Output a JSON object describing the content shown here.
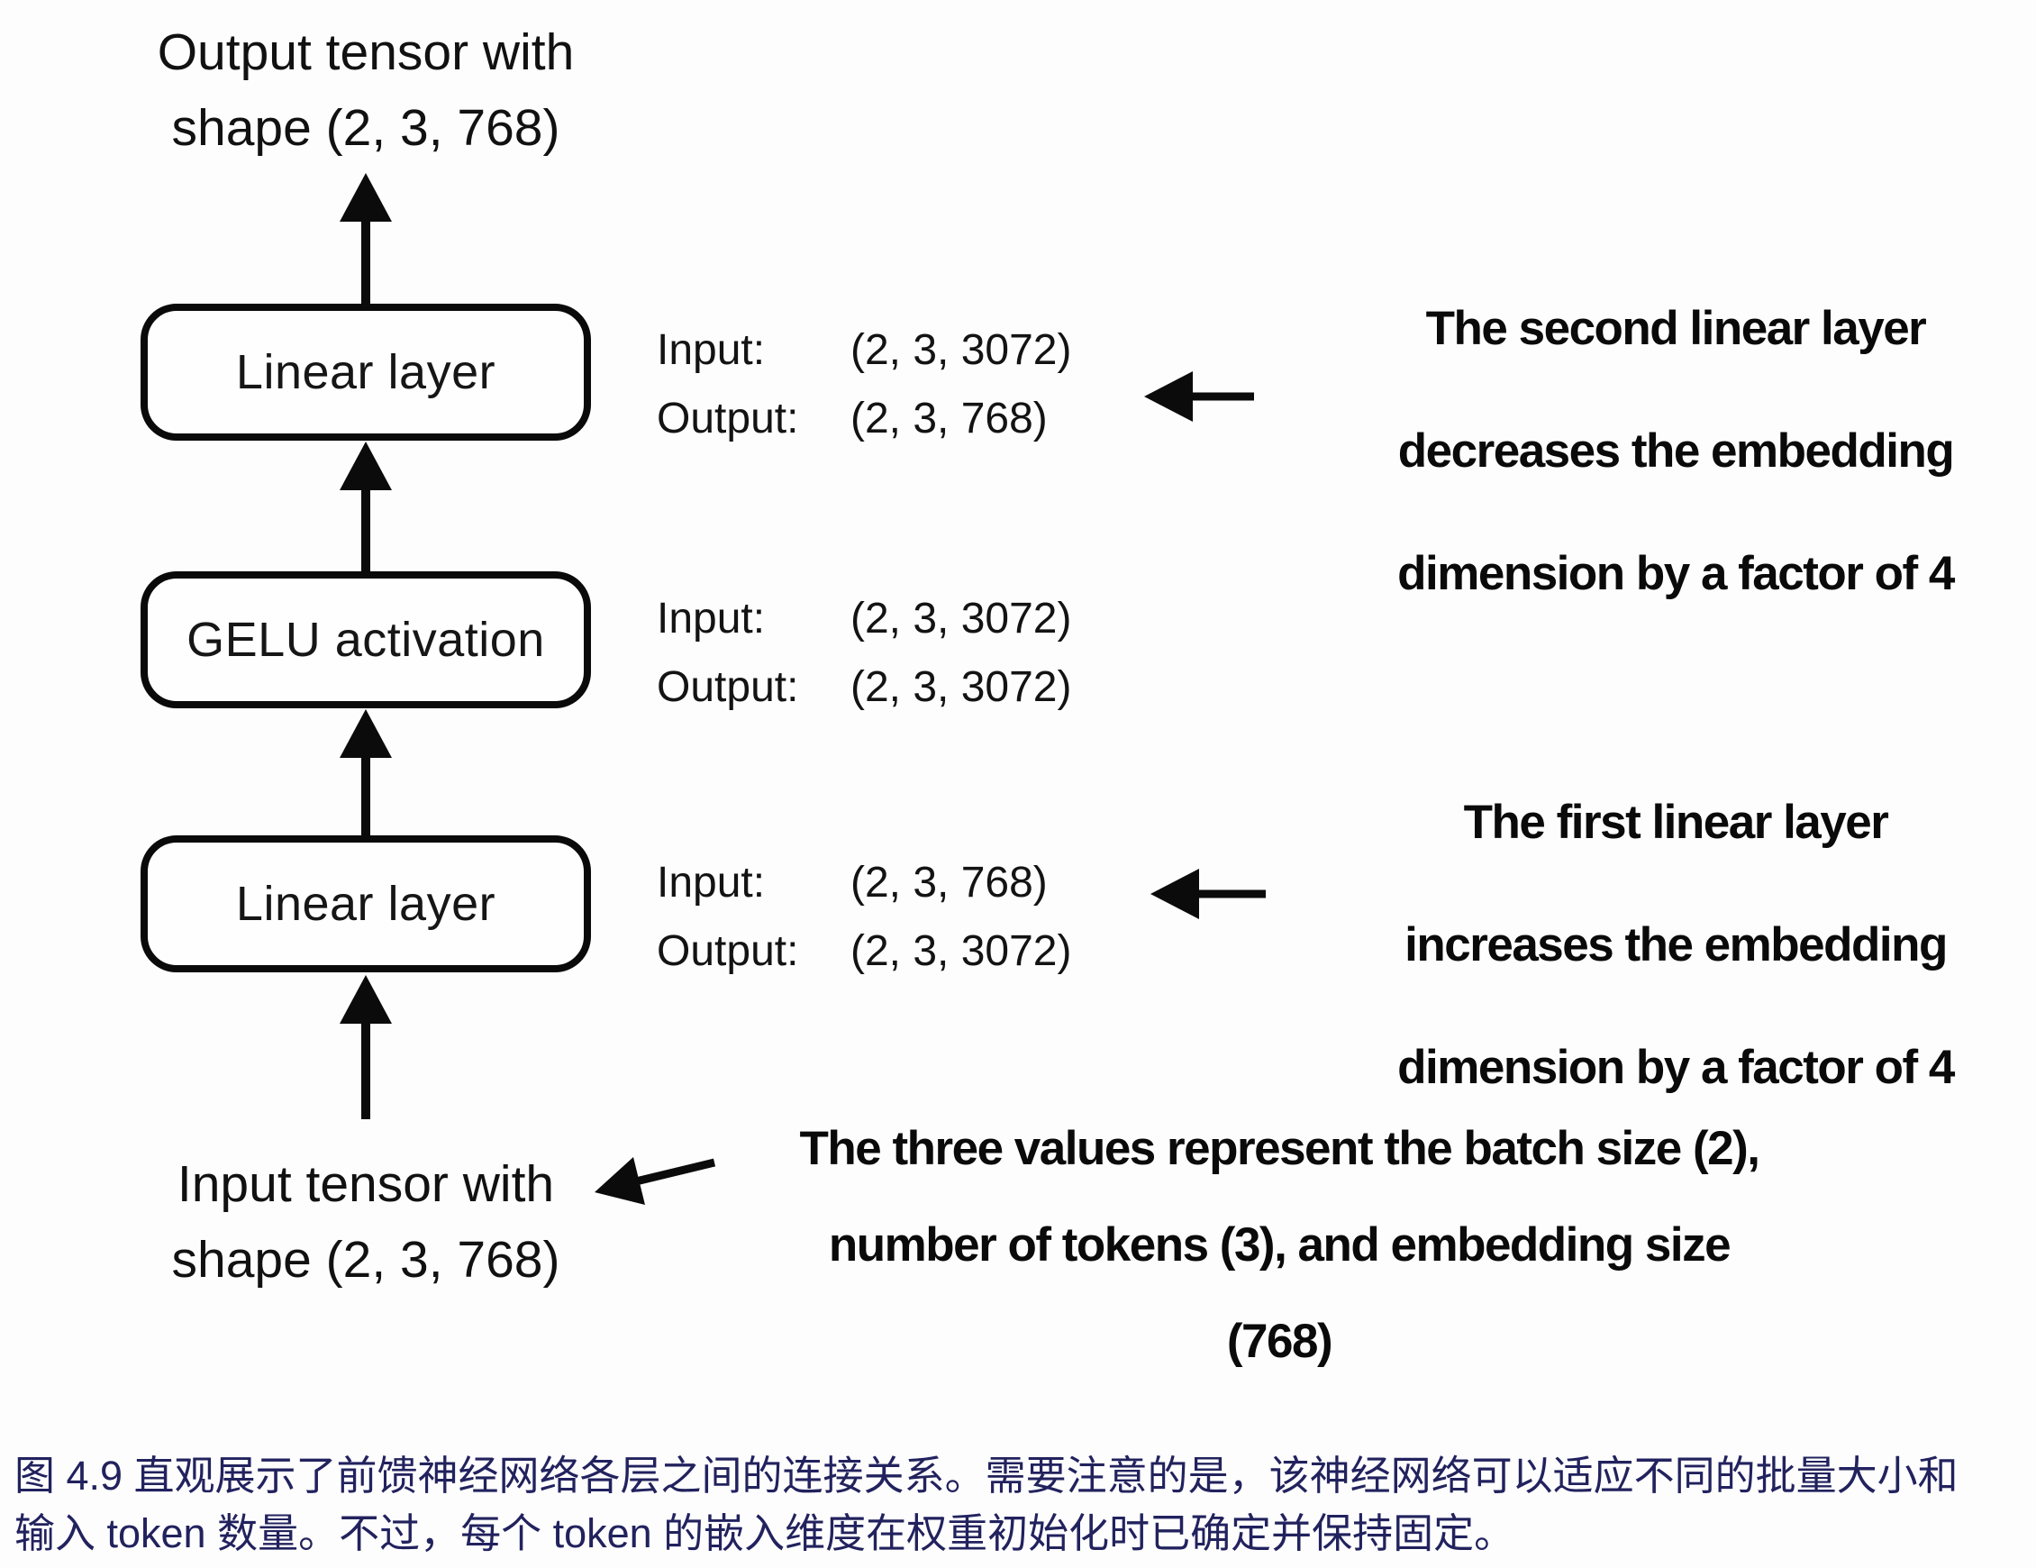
{
  "figure": {
    "output_tensor_label": {
      "line1": "Output tensor with",
      "line2": "shape (2, 3, 768)"
    },
    "input_tensor_label": {
      "line1": "Input tensor with",
      "line2": "shape (2, 3, 768)"
    },
    "io_key_input": "Input:",
    "io_key_output": "Output:",
    "layers": [
      {
        "label": "Linear layer",
        "input_shape": "(2, 3, 3072)",
        "output_shape": "(2, 3, 768)"
      },
      {
        "label": "GELU activation",
        "input_shape": "(2, 3, 3072)",
        "output_shape": "(2, 3, 3072)"
      },
      {
        "label": "Linear layer",
        "input_shape": "(2, 3, 768)",
        "output_shape": "(2, 3, 3072)"
      }
    ],
    "annotations": [
      {
        "lines": [
          "The second linear layer",
          "decreases the embedding",
          "dimension by a factor of 4"
        ]
      },
      {
        "lines": [
          "The first linear layer",
          "increases the embedding",
          "dimension by a factor of 4"
        ]
      },
      {
        "lines": [
          "The three values represent the batch size (2),",
          "number of tokens (3), and embedding size",
          "(768)"
        ]
      }
    ]
  },
  "caption": {
    "line1": "图 4.9 直观展示了前馈神经网络各层之间的连接关系。需要注意的是，该神经网络可以适应不同的批量大小和",
    "line2": "输入 token 数量。不过，每个 token 的嵌入维度在权重初始化时已确定并保持固定。",
    "text_color": "#22225e"
  },
  "colors": {
    "ink": "#0b0b0b",
    "background": "#fdfdfe"
  }
}
